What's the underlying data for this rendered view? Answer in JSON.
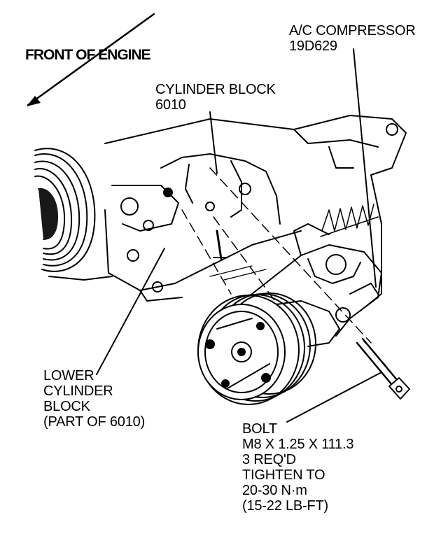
{
  "labels": {
    "front_of_engine": "FRONT OF ENGINE",
    "cylinder_block": [
      "CYLINDER BLOCK",
      "6010"
    ],
    "ac_compressor": [
      "A/C COMPRESSOR",
      "19D629"
    ],
    "lower_cylinder_block": [
      "LOWER",
      "CYLINDER",
      "BLOCK",
      "(PART OF 6010)"
    ],
    "bolt": [
      "BOLT",
      "M8 X 1.25 X 111.3",
      "3 REQ'D",
      "TIGHTEN TO",
      "20-30 N·m",
      "(15-22 LB-FT)"
    ]
  },
  "colors": {
    "ink": "#000000",
    "paper": "#ffffff"
  }
}
